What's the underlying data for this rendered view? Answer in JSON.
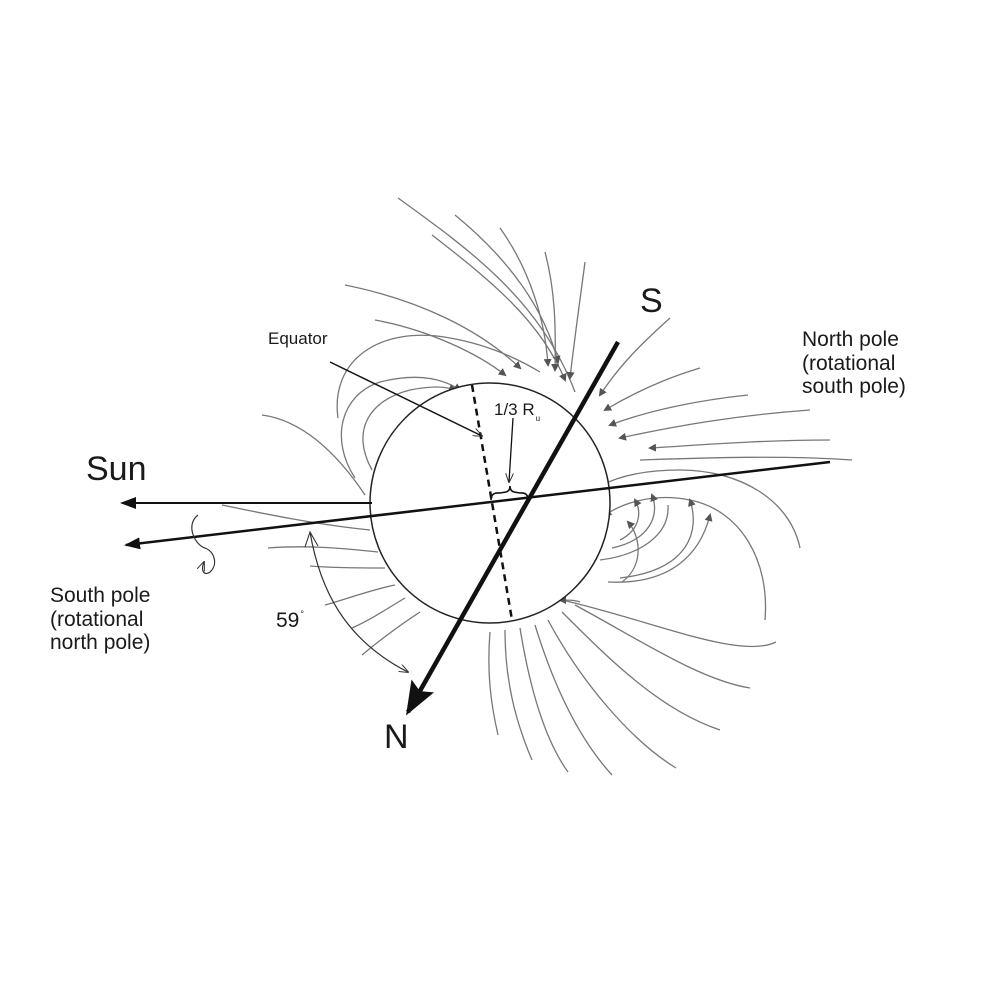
{
  "labels": {
    "sun": "Sun",
    "s_pole": "S",
    "n_pole": "N",
    "equator": "Equator",
    "one_third": "1/3 R",
    "one_third_sub": "u",
    "north_pole_line1": "North pole",
    "north_pole_line2": "(rotational",
    "north_pole_line3": "south pole)",
    "south_pole_line1": "South pole",
    "south_pole_line2": "(rotational",
    "south_pole_line3": "north pole)",
    "angle": "59",
    "angle_degree": "°"
  },
  "angle_value_deg": 59,
  "colors": {
    "field_lines": "#777777",
    "axes": "#111111",
    "text": "#1a1a1a"
  }
}
